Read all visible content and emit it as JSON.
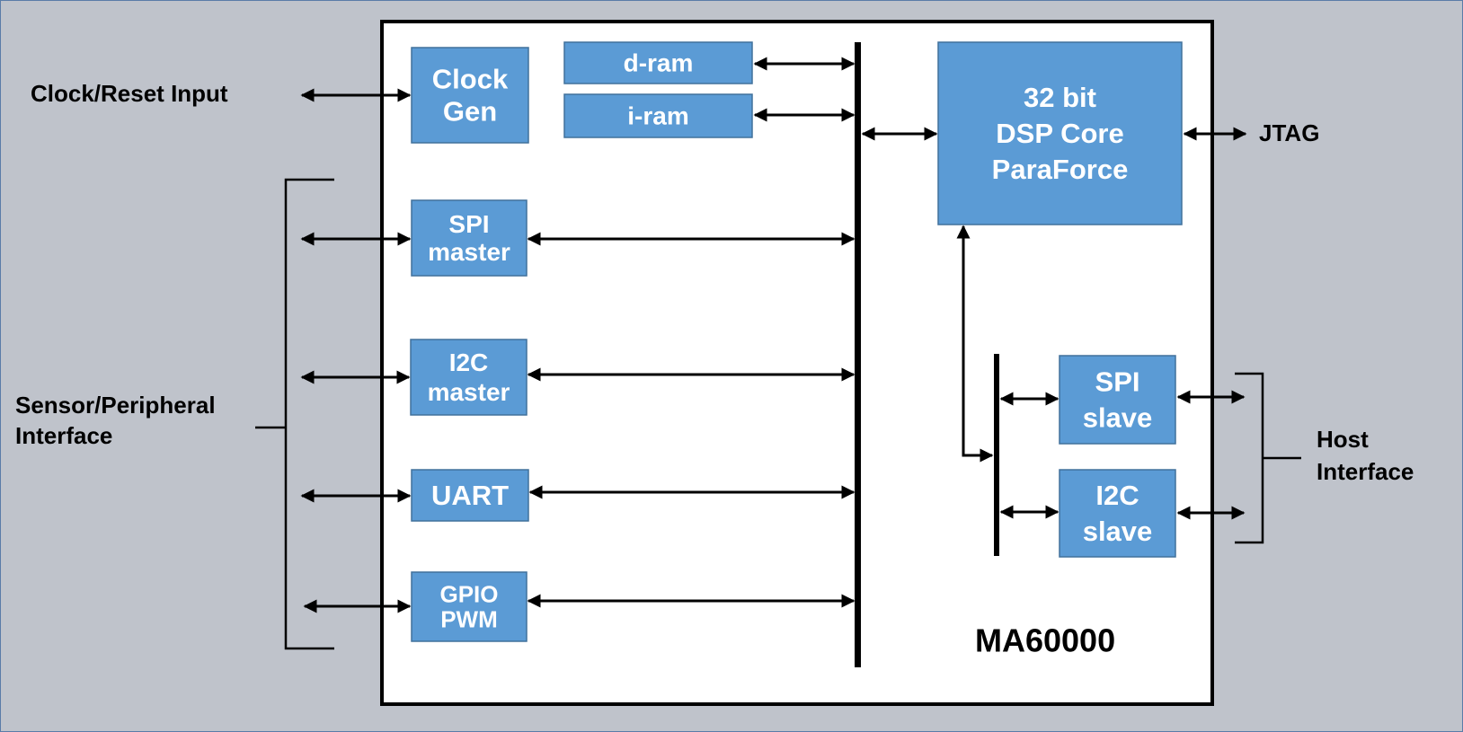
{
  "chip": {
    "name": "MA60000"
  },
  "blocks": {
    "clock_gen": [
      "Clock",
      "Gen"
    ],
    "d_ram": [
      "d-ram"
    ],
    "i_ram": [
      "i-ram"
    ],
    "spi_master": [
      "SPI",
      "master"
    ],
    "i2c_master": [
      "I2C",
      "master"
    ],
    "uart": [
      "UART"
    ],
    "gpio_pwm": [
      "GPIO",
      "PWM"
    ],
    "dsp_core": [
      "32 bit",
      "DSP Core",
      "ParaForce"
    ],
    "spi_slave": [
      "SPI",
      "slave"
    ],
    "i2c_slave": [
      "I2C",
      "slave"
    ]
  },
  "external_labels": {
    "clock_reset": "Clock/Reset Input",
    "jtag": "JTAG",
    "sensor_interface": [
      "Sensor/Peripheral",
      "Interface"
    ],
    "host_interface": [
      "Host",
      "Interface"
    ]
  },
  "colors": {
    "background": "#bfc3cb",
    "chip_fill": "#ffffff",
    "block_fill": "#5b9bd5",
    "block_border": "#41719c",
    "line": "#000000",
    "block_text": "#ffffff"
  }
}
